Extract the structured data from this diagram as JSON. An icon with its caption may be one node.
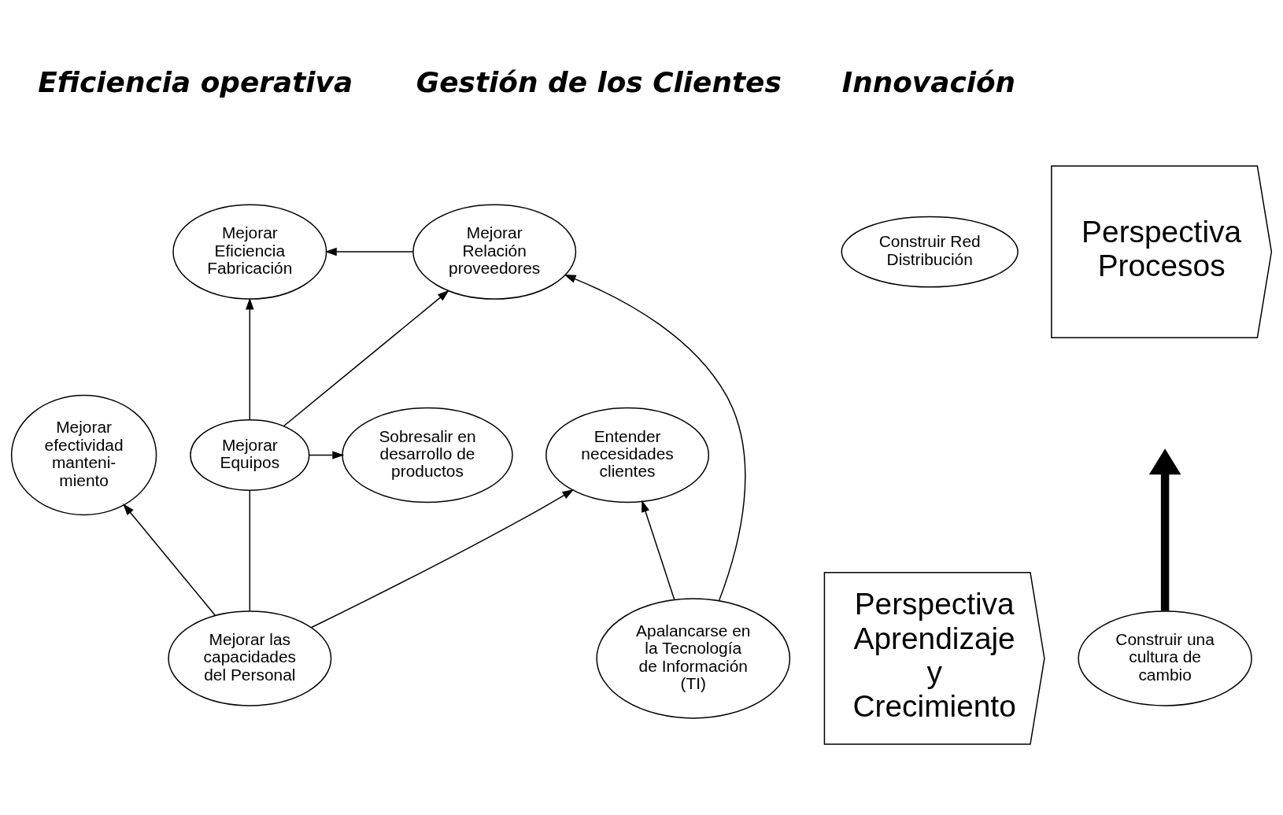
{
  "diagram": {
    "nodes": [
      {
        "text": [
          "Perspectiva Procesos"
        ]
      },
      {
        "text": [
          "Perspectiva Aprendizaje y Crecimiento"
        ]
      },
      {
        "text": [
          "Mejorar Eficiencia Fabricación"
        ]
      },
      {
        "text": [
          "Mejorar Relación proveedores"
        ]
      },
      {
        "text": [
          "Mejorar efectividad manteni- miento"
        ]
      },
      {
        "text": [
          "Mejorar Equipos"
        ]
      },
      {
        "text": [
          "Entender necesidades clientes"
        ]
      },
      {
        "text": [
          "Construir Red Distribución"
        ]
      },
      {
        "text": [
          "Sobresalir en desarrollo de productos"
        ]
      },
      {
        "text": [
          "Mejorar las capacidades del Personal"
        ]
      },
      {
        "text": [
          "Apalancarse en la Tecnología de Información (TI)"
        ]
      },
      {
        "text": [
          "Construir una cultura de cambio"
        ]
      }
    ],
    "edges": [
      {
        "from": 3,
        "to": 2,
        "arrow": "to"
      },
      {
        "from": 5,
        "to": 2,
        "arrow": "to"
      },
      {
        "from": 5,
        "to": 3,
        "arrow": "to"
      },
      {
        "from": 5,
        "to": 8,
        "arrow": "to"
      },
      {
        "from": 9,
        "to": 4,
        "arrow": "to"
      },
      {
        "from": 9,
        "to": 5,
        "arrow": "none"
      },
      {
        "from": 9,
        "to": 6,
        "arrow": "to"
      },
      {
        "from": 10,
        "to": 3,
        "arrow": "to"
      },
      {
        "from": 10,
        "to": 6,
        "arrow": "to"
      },
      {
        "from": 11,
        "to": null,
        "arrow": "to",
        "style": "thick"
      }
    ],
    "labels": [
      "Eficiencia operativa",
      "Gestión de los Clientes",
      "Innovación"
    ]
  }
}
